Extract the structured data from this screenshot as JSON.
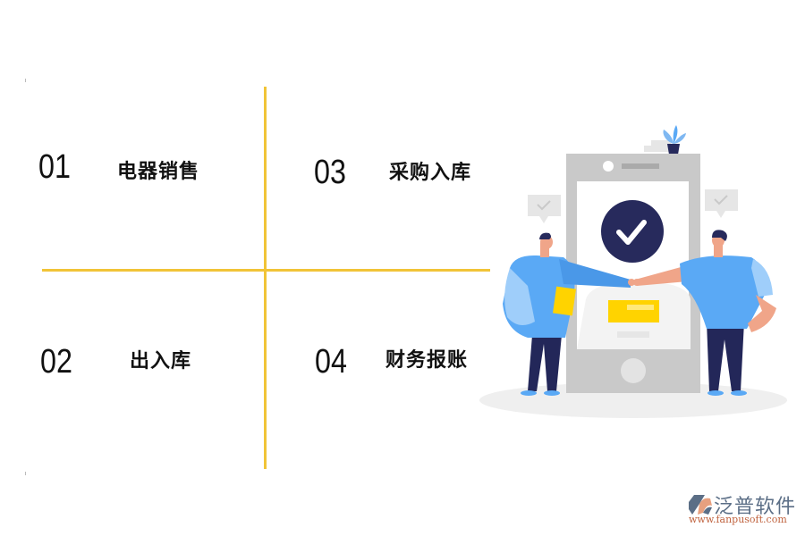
{
  "quadrants": [
    {
      "number": "01",
      "label": "电器销售"
    },
    {
      "number": "02",
      "label": "出入库"
    },
    {
      "number": "03",
      "label": "采购入库"
    },
    {
      "number": "04",
      "label": "财务报账"
    }
  ],
  "colors": {
    "divider": "#f1c437",
    "phone_frame": "#c9c9c9",
    "check_circle": "#272a5c",
    "shirt_blue": "#5aa9f5",
    "pants_navy": "#232759",
    "accent_yellow": "#ffd300",
    "skin": "#f0a589"
  },
  "illustration": {
    "icon": "check-circle-icon",
    "description": "two people fist-bumping in front of a phone showing a checkmark"
  },
  "logo": {
    "name": "泛普软件",
    "url": "www.fanpusoft.com"
  }
}
